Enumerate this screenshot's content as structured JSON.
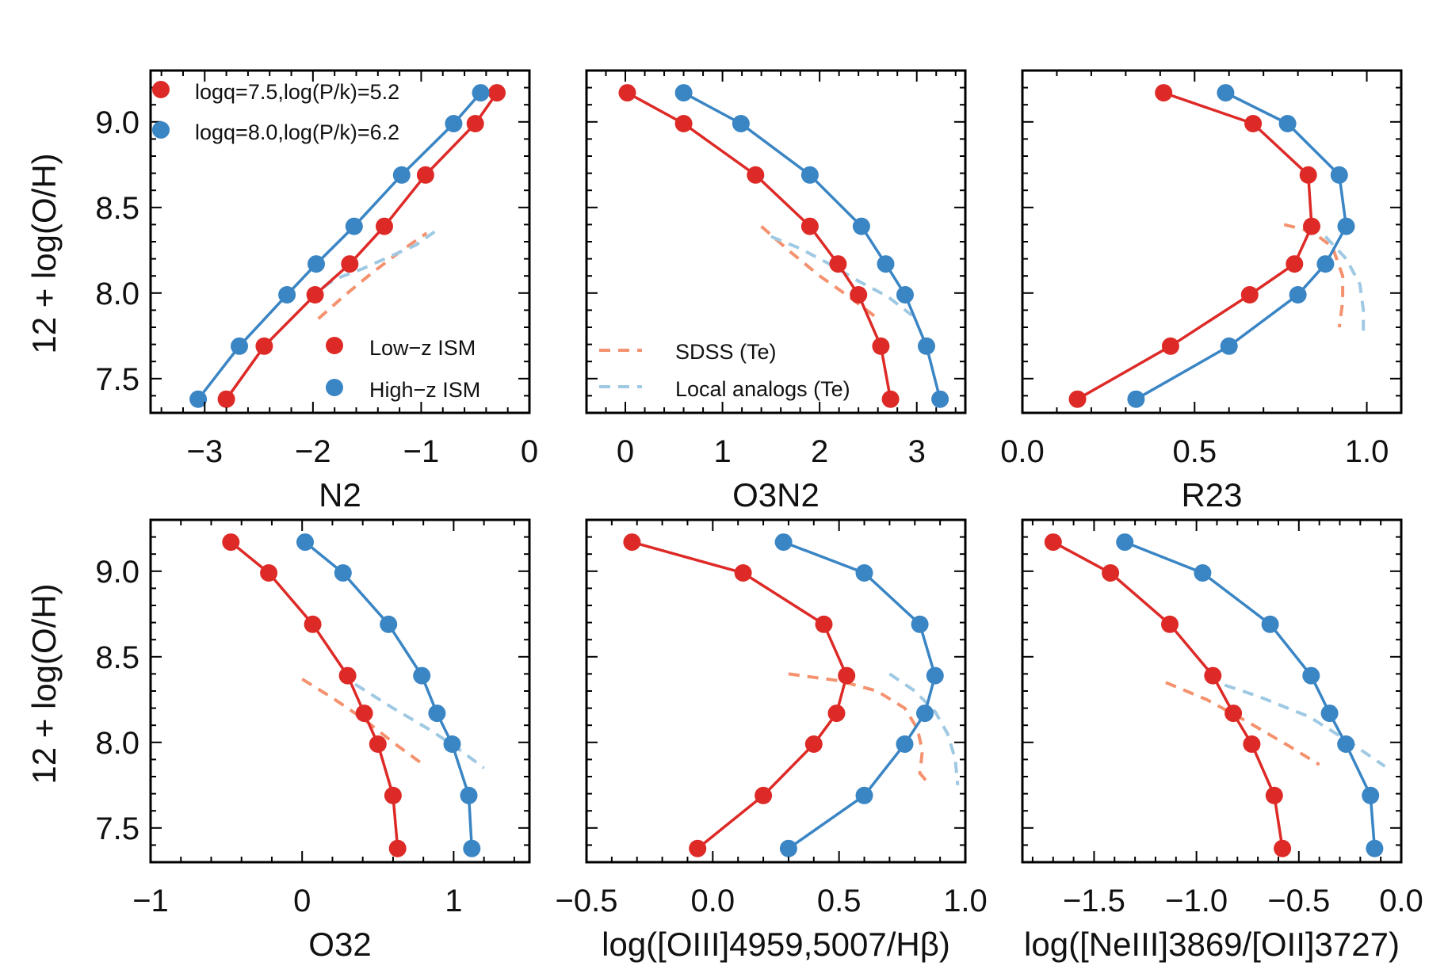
{
  "colors": {
    "red": "#dd2a27",
    "blue": "#3a85c4",
    "sdss": "#f4926f",
    "local": "#9fc9e3",
    "frame": "#000000"
  },
  "ylabel": "12 + log(O/H)",
  "legends": {
    "model_red": "logq=7.5,log(P/k)=5.2",
    "model_blue": "logq=8.0,log(P/k)=6.2",
    "low_z": "Low−z ISM",
    "high_z": "High−z ISM",
    "sdss": "SDSS (Te)",
    "local": "Local analogs (Te)"
  },
  "chart_data": [
    {
      "type": "line",
      "xlabel": "N2",
      "xlim": [
        -3.5,
        0
      ],
      "ylim": [
        7.3,
        9.3
      ],
      "xticks": [
        -3,
        -2,
        -1,
        0
      ],
      "xtick_labels": [
        "−3",
        "−2",
        "−1",
        "0"
      ],
      "yticks": [
        7.5,
        8.0,
        8.5,
        9.0
      ],
      "ytick_labels": [
        "7.5",
        "8.0",
        "8.5",
        "9.0"
      ],
      "series": [
        {
          "name": "logq=7.5,log(P/k)=5.2 / Low−z ISM",
          "color": "red",
          "style": "line-markers",
          "x": [
            -2.8,
            -2.45,
            -1.98,
            -1.66,
            -1.34,
            -0.96,
            -0.5,
            -0.3
          ],
          "y": [
            7.38,
            7.69,
            7.99,
            8.17,
            8.39,
            8.69,
            8.99,
            9.17
          ]
        },
        {
          "name": "logq=8.0,log(P/k)=6.2 / High−z ISM",
          "color": "blue",
          "style": "line-markers",
          "x": [
            -3.06,
            -2.68,
            -2.24,
            -1.97,
            -1.62,
            -1.18,
            -0.7,
            -0.45
          ],
          "y": [
            7.38,
            7.69,
            7.99,
            8.17,
            8.39,
            8.69,
            8.99,
            9.17
          ]
        },
        {
          "name": "SDSS (Te)",
          "color": "sdss",
          "style": "dashed",
          "x": [
            -1.95,
            -1.7,
            -1.45,
            -1.2,
            -0.95
          ],
          "y": [
            7.85,
            7.99,
            8.12,
            8.24,
            8.35
          ]
        },
        {
          "name": "Local analogs (Te)",
          "color": "local",
          "style": "dashed",
          "x": [
            -2.05,
            -1.8,
            -1.55,
            -1.3,
            -1.05,
            -0.85
          ],
          "y": [
            7.97,
            8.08,
            8.14,
            8.21,
            8.28,
            8.37
          ]
        }
      ]
    },
    {
      "type": "line",
      "xlabel": "O3N2",
      "xlim": [
        -0.4,
        3.5
      ],
      "ylim": [
        7.3,
        9.3
      ],
      "xticks": [
        0,
        1,
        2,
        3
      ],
      "xtick_labels": [
        "0",
        "1",
        "2",
        "3"
      ],
      "yticks": [
        7.5,
        8.0,
        8.5,
        9.0
      ],
      "ytick_labels": [
        "",
        "",
        "",
        ""
      ],
      "series": [
        {
          "name": "logq=7.5,log(P/k)=5.2 / Low−z ISM",
          "color": "red",
          "style": "line-markers",
          "x": [
            2.73,
            2.63,
            2.4,
            2.19,
            1.9,
            1.34,
            0.6,
            0.02
          ],
          "y": [
            7.38,
            7.69,
            7.99,
            8.17,
            8.39,
            8.69,
            8.99,
            9.17
          ]
        },
        {
          "name": "logq=8.0,log(P/k)=6.2 / High−z ISM",
          "color": "blue",
          "style": "line-markers",
          "x": [
            3.24,
            3.1,
            2.88,
            2.68,
            2.43,
            1.9,
            1.19,
            0.6
          ],
          "y": [
            7.38,
            7.69,
            7.99,
            8.17,
            8.39,
            8.69,
            8.99,
            9.17
          ]
        },
        {
          "name": "SDSS (Te)",
          "color": "sdss",
          "style": "dashed",
          "x": [
            1.4,
            1.7,
            2.0,
            2.3,
            2.6
          ],
          "y": [
            8.39,
            8.24,
            8.1,
            7.98,
            7.85
          ]
        },
        {
          "name": "Local analogs (Te)",
          "color": "local",
          "style": "dashed",
          "x": [
            1.5,
            1.8,
            2.1,
            2.4,
            2.7,
            2.95
          ],
          "y": [
            8.33,
            8.26,
            8.17,
            8.07,
            7.98,
            7.87
          ]
        }
      ]
    },
    {
      "type": "line",
      "xlabel": "R23",
      "xlim": [
        0,
        1.1
      ],
      "ylim": [
        7.3,
        9.3
      ],
      "xticks": [
        0,
        0.5,
        1.0
      ],
      "xtick_labels": [
        "0.0",
        "0.5",
        "1.0"
      ],
      "yticks": [
        7.5,
        8.0,
        8.5,
        9.0
      ],
      "ytick_labels": [
        "",
        "",
        "",
        ""
      ],
      "series": [
        {
          "name": "logq=7.5,log(P/k)=5.2 / Low−z ISM",
          "color": "red",
          "style": "line-markers",
          "x": [
            0.16,
            0.43,
            0.66,
            0.79,
            0.84,
            0.83,
            0.67,
            0.41
          ],
          "y": [
            7.38,
            7.69,
            7.99,
            8.17,
            8.39,
            8.69,
            8.99,
            9.17
          ]
        },
        {
          "name": "logq=8.0,log(P/k)=6.2 / High−z ISM",
          "color": "blue",
          "style": "line-markers",
          "x": [
            0.33,
            0.6,
            0.8,
            0.88,
            0.94,
            0.92,
            0.77,
            0.59
          ],
          "y": [
            7.38,
            7.69,
            7.99,
            8.17,
            8.39,
            8.69,
            8.99,
            9.17
          ]
        },
        {
          "name": "SDSS (Te)",
          "color": "sdss",
          "style": "dashed",
          "x": [
            0.76,
            0.84,
            0.9,
            0.93,
            0.93,
            0.92
          ],
          "y": [
            8.4,
            8.36,
            8.27,
            8.1,
            7.95,
            7.8
          ]
        },
        {
          "name": "Local analogs (Te)",
          "color": "local",
          "style": "dashed",
          "x": [
            0.88,
            0.94,
            0.98,
            0.99,
            0.99
          ],
          "y": [
            8.33,
            8.2,
            8.05,
            7.9,
            7.78
          ]
        }
      ]
    },
    {
      "type": "line",
      "xlabel": "O32",
      "xlim": [
        -1,
        1.5
      ],
      "ylim": [
        7.3,
        9.3
      ],
      "xticks": [
        -1,
        0,
        1
      ],
      "xtick_labels": [
        "−1",
        "0",
        "1"
      ],
      "yticks": [
        7.5,
        8.0,
        8.5,
        9.0
      ],
      "ytick_labels": [
        "7.5",
        "8.0",
        "8.5",
        "9.0"
      ],
      "series": [
        {
          "name": "logq=7.5,log(P/k)=5.2 / Low−z ISM",
          "color": "red",
          "style": "line-markers",
          "x": [
            0.63,
            0.6,
            0.5,
            0.41,
            0.3,
            0.07,
            -0.22,
            -0.47
          ],
          "y": [
            7.38,
            7.69,
            7.99,
            8.17,
            8.39,
            8.69,
            8.99,
            9.17
          ]
        },
        {
          "name": "logq=8.0,log(P/k)=6.2 / High−z ISM",
          "color": "blue",
          "style": "line-markers",
          "x": [
            1.12,
            1.1,
            0.99,
            0.89,
            0.79,
            0.57,
            0.27,
            0.02
          ],
          "y": [
            7.38,
            7.69,
            7.99,
            8.17,
            8.39,
            8.69,
            8.99,
            9.17
          ]
        },
        {
          "name": "SDSS (Te)",
          "color": "sdss",
          "style": "dashed",
          "x": [
            0.0,
            0.2,
            0.4,
            0.6,
            0.8
          ],
          "y": [
            8.37,
            8.26,
            8.14,
            8.0,
            7.87
          ]
        },
        {
          "name": "Local analogs (Te)",
          "color": "local",
          "style": "dashed",
          "x": [
            0.35,
            0.6,
            0.85,
            1.05,
            1.2
          ],
          "y": [
            8.34,
            8.2,
            8.07,
            7.95,
            7.85
          ]
        }
      ]
    },
    {
      "type": "line",
      "xlabel": "log([OIII]4959,5007/Hβ)",
      "xlim": [
        -0.5,
        1.0
      ],
      "ylim": [
        7.3,
        9.3
      ],
      "xticks": [
        -0.5,
        0,
        0.5,
        1.0
      ],
      "xtick_labels": [
        "−0.5",
        "0.0",
        "0.5",
        "1.0"
      ],
      "yticks": [
        7.5,
        8.0,
        8.5,
        9.0
      ],
      "ytick_labels": [
        "",
        "",
        "",
        ""
      ],
      "series": [
        {
          "name": "logq=7.5,log(P/k)=5.2 / Low−z ISM",
          "color": "red",
          "style": "line-markers",
          "x": [
            -0.06,
            0.2,
            0.4,
            0.49,
            0.53,
            0.44,
            0.12,
            -0.32
          ],
          "y": [
            7.38,
            7.69,
            7.99,
            8.17,
            8.39,
            8.69,
            8.99,
            9.17
          ]
        },
        {
          "name": "logq=8.0,log(P/k)=6.2 / High−z ISM",
          "color": "blue",
          "style": "line-markers",
          "x": [
            0.3,
            0.6,
            0.76,
            0.84,
            0.88,
            0.82,
            0.6,
            0.28
          ],
          "y": [
            7.38,
            7.69,
            7.99,
            8.17,
            8.39,
            8.69,
            8.99,
            9.17
          ]
        },
        {
          "name": "SDSS (Te)",
          "color": "sdss",
          "style": "dashed",
          "x": [
            0.3,
            0.5,
            0.65,
            0.76,
            0.81,
            0.83,
            0.82,
            0.86
          ],
          "y": [
            8.4,
            8.36,
            8.3,
            8.2,
            8.08,
            7.95,
            7.82,
            7.75
          ]
        },
        {
          "name": "Local analogs (Te)",
          "color": "local",
          "style": "dashed",
          "x": [
            0.7,
            0.8,
            0.88,
            0.93,
            0.96,
            0.97
          ],
          "y": [
            8.4,
            8.3,
            8.18,
            8.05,
            7.9,
            7.75
          ]
        }
      ]
    },
    {
      "type": "line",
      "xlabel": "log([NeIII]3869/[OII]3727)",
      "xlim": [
        -1.85,
        0
      ],
      "ylim": [
        7.3,
        9.3
      ],
      "xticks": [
        -1.5,
        -1.0,
        -0.5,
        0
      ],
      "xtick_labels": [
        "−1.5",
        "−1.0",
        "−0.5",
        "0.0"
      ],
      "yticks": [
        7.5,
        8.0,
        8.5,
        9.0
      ],
      "ytick_labels": [
        "",
        "",
        "",
        ""
      ],
      "series": [
        {
          "name": "logq=7.5,log(P/k)=5.2 / Low−z ISM",
          "color": "red",
          "style": "line-markers",
          "x": [
            -0.58,
            -0.62,
            -0.73,
            -0.82,
            -0.92,
            -1.13,
            -1.42,
            -1.7
          ],
          "y": [
            7.38,
            7.69,
            7.99,
            8.17,
            8.39,
            8.69,
            8.99,
            9.17
          ]
        },
        {
          "name": "logq=8.0,log(P/k)=6.2 / High−z ISM",
          "color": "blue",
          "style": "line-markers",
          "x": [
            -0.13,
            -0.15,
            -0.27,
            -0.35,
            -0.44,
            -0.64,
            -0.97,
            -1.35
          ],
          "y": [
            7.38,
            7.69,
            7.99,
            8.17,
            8.39,
            8.69,
            8.99,
            9.17
          ]
        },
        {
          "name": "SDSS (Te)",
          "color": "sdss",
          "style": "dashed",
          "x": [
            -1.15,
            -0.95,
            -0.75,
            -0.55,
            -0.4
          ],
          "y": [
            8.35,
            8.25,
            8.12,
            7.98,
            7.87
          ]
        },
        {
          "name": "Local analogs (Te)",
          "color": "local",
          "style": "dashed",
          "x": [
            -0.95,
            -0.7,
            -0.45,
            -0.25,
            -0.08
          ],
          "y": [
            8.37,
            8.27,
            8.15,
            8.0,
            7.86
          ]
        }
      ]
    }
  ]
}
